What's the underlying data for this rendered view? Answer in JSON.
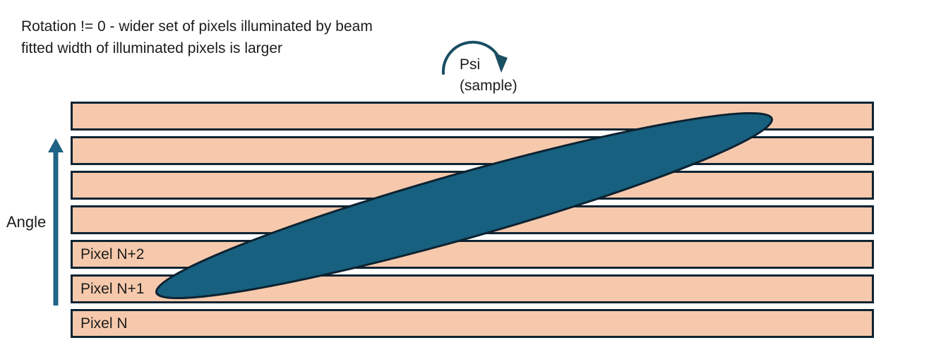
{
  "title": {
    "line1": "Rotation != 0 - wider set of pixels illuminated by beam",
    "line2": "fitted width of illuminated pixels is larger"
  },
  "psi_annotation": {
    "label": "Psi",
    "sublabel": "(sample)"
  },
  "angle_axis": {
    "label": "Angle"
  },
  "detector": {
    "bars": [
      {
        "label": ""
      },
      {
        "label": ""
      },
      {
        "label": ""
      },
      {
        "label": ""
      },
      {
        "label": "Pixel N+2"
      },
      {
        "label": "Pixel N+1"
      },
      {
        "label": "Pixel N"
      }
    ]
  },
  "beam": {
    "shape": "ellipse",
    "rotation_deg": -15.8
  },
  "colors": {
    "text": "#1c1c1c",
    "bar_fill": "#f6c9ac",
    "bar_border": "#0e2433",
    "beam_fill": "#17607f",
    "beam_border": "#0d2231",
    "angle_arrow": "#1f6386",
    "psi_arrow": "#1b4f63"
  }
}
